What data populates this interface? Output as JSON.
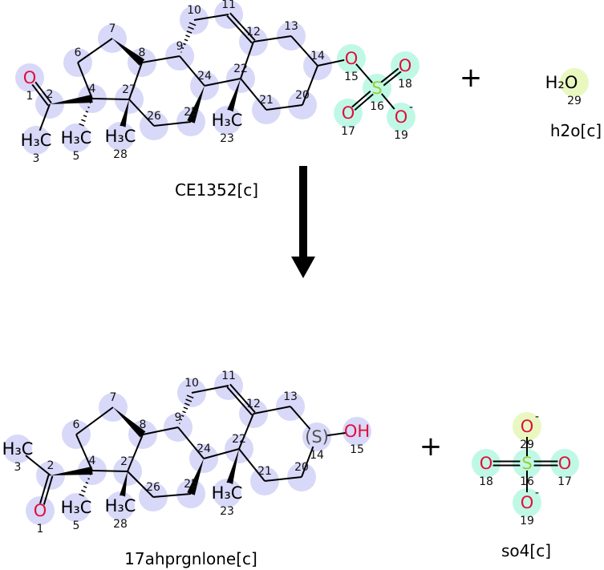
{
  "reaction": {
    "reactants": [
      {
        "name": "CE1352[c]",
        "atoms": [
          {
            "num": "1",
            "sym": "O"
          },
          {
            "num": "2",
            "sym": ""
          },
          {
            "num": "3",
            "sym": "H3C"
          },
          {
            "num": "4",
            "sym": ""
          },
          {
            "num": "5",
            "sym": "H3C"
          },
          {
            "num": "6",
            "sym": ""
          },
          {
            "num": "7",
            "sym": ""
          },
          {
            "num": "8",
            "sym": ""
          },
          {
            "num": "9",
            "sym": ""
          },
          {
            "num": "10",
            "sym": ""
          },
          {
            "num": "11",
            "sym": ""
          },
          {
            "num": "12",
            "sym": ""
          },
          {
            "num": "13",
            "sym": ""
          },
          {
            "num": "14",
            "sym": ""
          },
          {
            "num": "15",
            "sym": "O"
          },
          {
            "num": "16",
            "sym": "S"
          },
          {
            "num": "17",
            "sym": "O"
          },
          {
            "num": "18",
            "sym": "O"
          },
          {
            "num": "19",
            "sym": "O-"
          },
          {
            "num": "20",
            "sym": ""
          },
          {
            "num": "21",
            "sym": ""
          },
          {
            "num": "22",
            "sym": ""
          },
          {
            "num": "23",
            "sym": "H3C"
          },
          {
            "num": "24",
            "sym": ""
          },
          {
            "num": "25",
            "sym": ""
          },
          {
            "num": "26",
            "sym": ""
          },
          {
            "num": "27",
            "sym": ""
          },
          {
            "num": "28",
            "sym": "H3C"
          }
        ]
      },
      {
        "name": "h2o[c]",
        "atoms": [
          {
            "num": "29",
            "sym": "H2O"
          }
        ]
      }
    ],
    "products": [
      {
        "name": "17ahprgnlone[c]",
        "atoms": [
          {
            "num": "1",
            "sym": "O"
          },
          {
            "num": "2",
            "sym": ""
          },
          {
            "num": "3",
            "sym": "H3C"
          },
          {
            "num": "4",
            "sym": ""
          },
          {
            "num": "5",
            "sym": "H3C"
          },
          {
            "num": "6",
            "sym": ""
          },
          {
            "num": "7",
            "sym": ""
          },
          {
            "num": "8",
            "sym": ""
          },
          {
            "num": "9",
            "sym": ""
          },
          {
            "num": "10",
            "sym": ""
          },
          {
            "num": "11",
            "sym": ""
          },
          {
            "num": "12",
            "sym": ""
          },
          {
            "num": "13",
            "sym": ""
          },
          {
            "num": "14",
            "sym": "(S)"
          },
          {
            "num": "15",
            "sym": "OH"
          },
          {
            "num": "20",
            "sym": ""
          },
          {
            "num": "21",
            "sym": ""
          },
          {
            "num": "22",
            "sym": ""
          },
          {
            "num": "23",
            "sym": "H3C"
          },
          {
            "num": "24",
            "sym": ""
          },
          {
            "num": "25",
            "sym": ""
          },
          {
            "num": "26",
            "sym": ""
          },
          {
            "num": "27",
            "sym": ""
          },
          {
            "num": "28",
            "sym": "H3C"
          }
        ]
      },
      {
        "name": "so4[c]",
        "atoms": [
          {
            "num": "16",
            "sym": "S"
          },
          {
            "num": "29",
            "sym": "O-"
          },
          {
            "num": "18",
            "sym": "O"
          },
          {
            "num": "17",
            "sym": "O"
          },
          {
            "num": "19",
            "sym": "O-"
          }
        ]
      }
    ],
    "plus_sign": "+"
  },
  "colors": {
    "carbon_highlight": "#d8d8f8",
    "sulfate_highlight": "#c0f8e6",
    "water_highlight": "#e8f8c0",
    "oxygen": "#e0103a",
    "sulfur": "#9acd32"
  }
}
